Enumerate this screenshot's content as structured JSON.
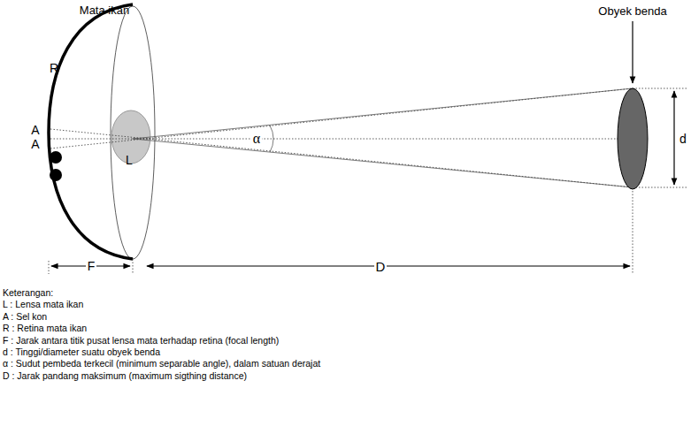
{
  "diagram": {
    "labels": [
      "Mata ikan",
      "Obyek benda",
      "R",
      "A",
      "A",
      "L",
      "α",
      "d",
      "F",
      "D",
      "Keterangan:",
      "L : Lensa mata ikan",
      "A : Sel kon",
      "R : Retina mata ikan",
      "F : Jarak antara titik pusat lensa mata terhadap retina (focal length)",
      "d : Tinggi/diameter suatu obyek benda",
      "α : Sudut pembeda terkecil (minimum separable angle), dalam satuan derajat",
      "D : Jarak pandang maksimum (maximum sigthing distance)"
    ]
  }
}
